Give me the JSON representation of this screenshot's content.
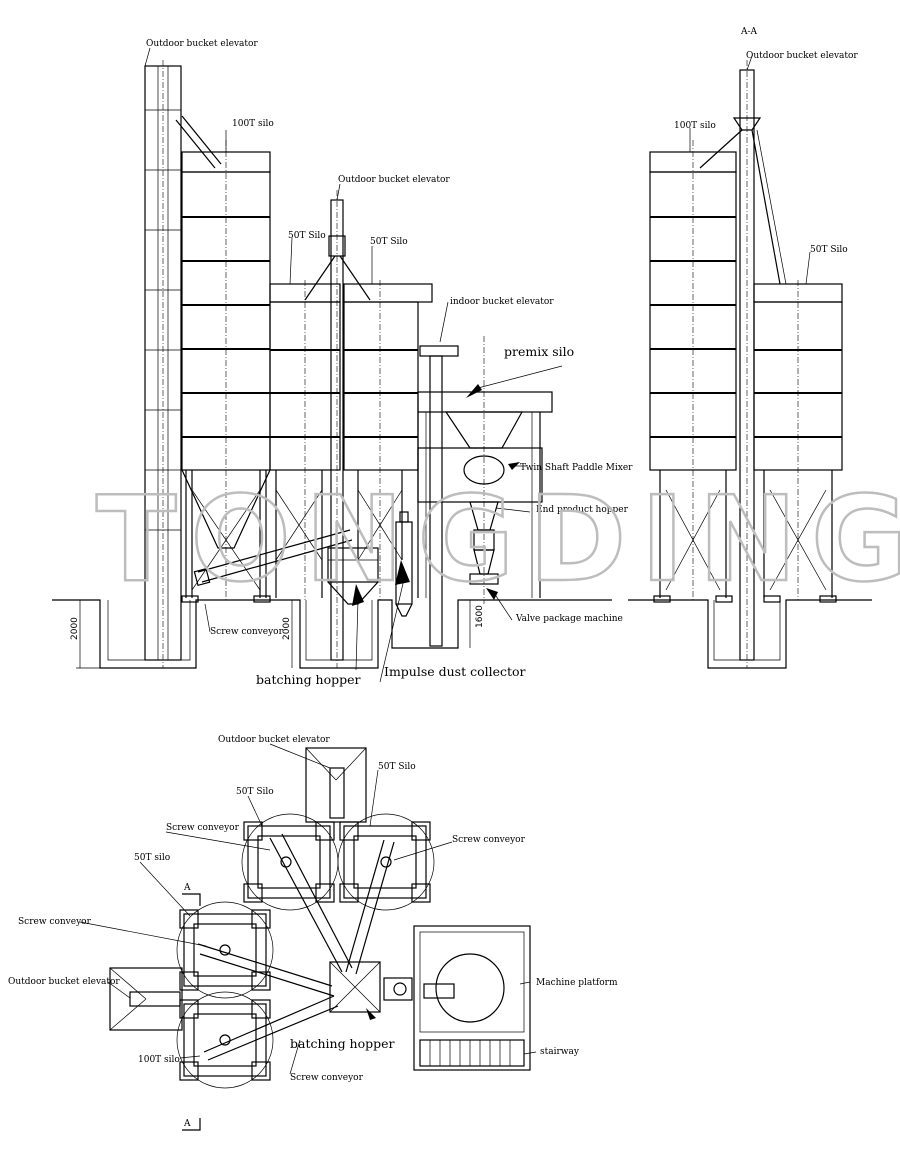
{
  "watermark": "TONGDING",
  "front_view": {
    "labels": {
      "outdoor_elevator_1": "Outdoor bucket elevator",
      "silo_100t": "100T silo",
      "outdoor_elevator_2": "Outdoor bucket elevator",
      "silo_50t_left": "50T Silo",
      "silo_50t_right": "50T Silo",
      "indoor_elevator": "indoor bucket elevator",
      "premix_silo": "premix silo",
      "mixer": "Twin Shaft Paddle Mixer",
      "end_hopper": "End product hopper",
      "valve_packer": "Valve package machine",
      "screw_conveyor": "Screw conveyor",
      "batching_hopper": "batching hopper",
      "dust_collector": "Impulse dust collector"
    },
    "dims": {
      "pit_1": "2000",
      "pit_2": "2000",
      "pit_3": "1600"
    }
  },
  "section_view": {
    "title": "A-A",
    "labels": {
      "outdoor_elevator": "Outdoor bucket elevator",
      "silo_100t": "100T silo",
      "silo_50t": "50T Silo"
    }
  },
  "plan_view": {
    "labels": {
      "outdoor_elevator_top": "Outdoor bucket elevator",
      "silo_50t_a": "50T Silo",
      "silo_50t_b": "50T Silo",
      "screw_conveyor_a": "Screw conveyor",
      "screw_conveyor_b": "Screw conveyor",
      "silo_50t_c": "50T silo",
      "section_mark_top": "A",
      "screw_conveyor_c": "Screw conveyor",
      "outdoor_elevator_left": "Outdoor bucket elevator",
      "machine_platform": "Machine platform",
      "batching_hopper": "batching hopper",
      "stairway": "stairway",
      "silo_100t": "100T silo",
      "screw_conveyor_d": "Screw conveyor",
      "section_mark_bottom": "A"
    }
  }
}
